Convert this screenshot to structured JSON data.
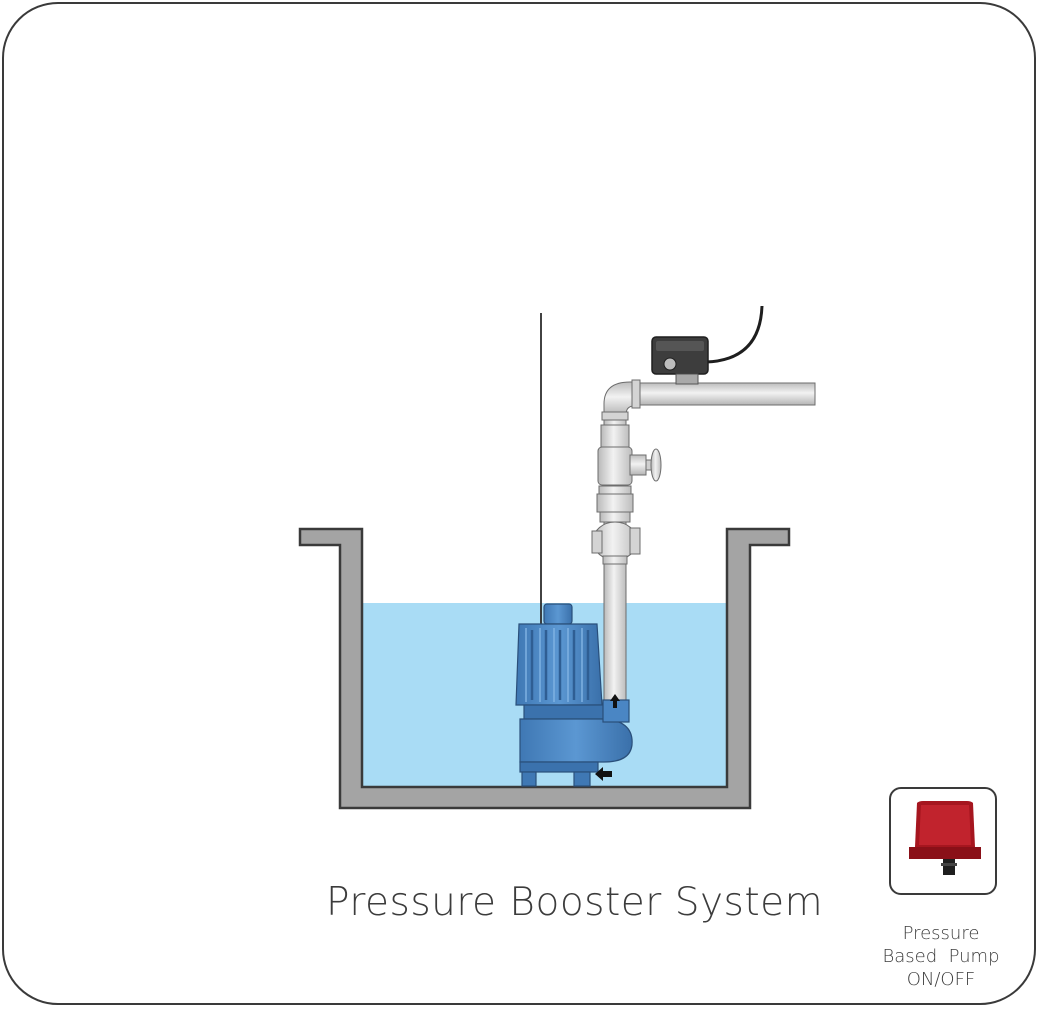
{
  "diagram": {
    "title": "Pressure Booster System",
    "components": {
      "pump": "submersible-pump-icon",
      "tank": "water-tank",
      "pipe": "discharge-pipe",
      "valve": "gate-valve-icon",
      "pressure_switch": "pressure-switch-icon"
    },
    "colors": {
      "water": "#a9dcf5",
      "tank_wall": "#a0a0a0",
      "pump_body": "#4a86c4",
      "pipe": "#d8d8d8",
      "switch_red": "#b0202a"
    }
  },
  "legend": {
    "icon": "pressure-switch-icon",
    "label_lines": [
      "Pressure",
      "Based  Pump",
      "ON/OFF"
    ]
  }
}
